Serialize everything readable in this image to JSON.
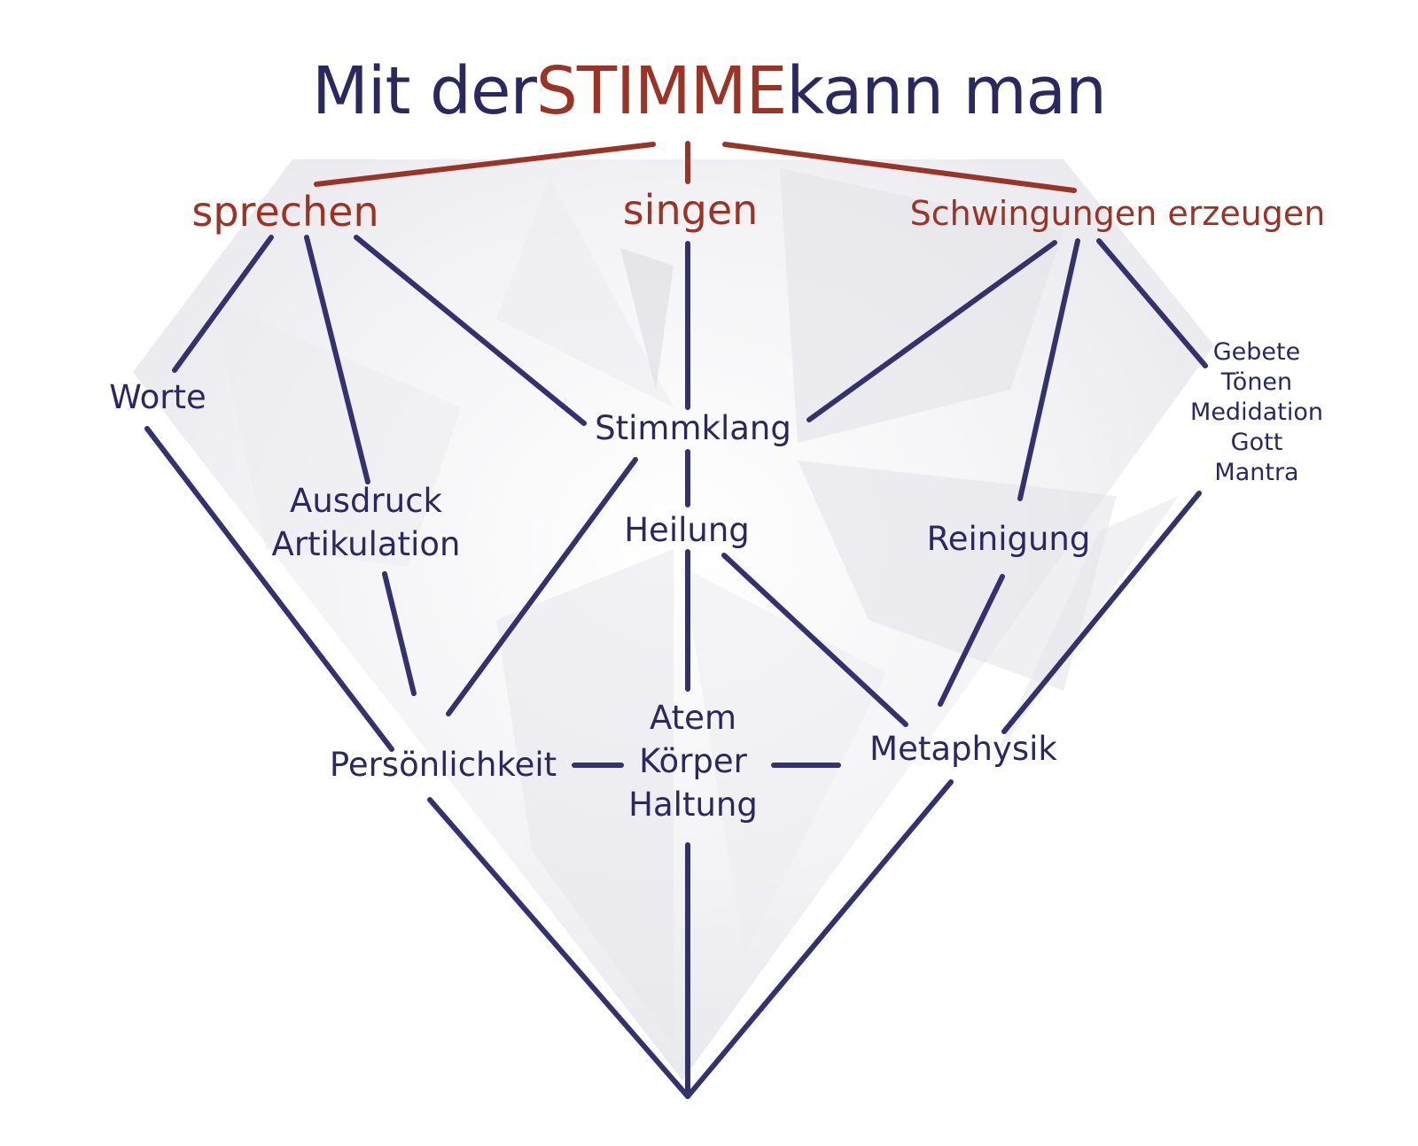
{
  "title": {
    "prefix": "Mit der",
    "highlight": "STIMME",
    "suffix": "kann man"
  },
  "branches": {
    "sprechen": "sprechen",
    "singen": "singen",
    "schwingungen": "Schwingungen erzeugen"
  },
  "nodes": {
    "worte": "Worte",
    "ausdruck": "Ausdruck",
    "artikulation": "Artikulation",
    "stimmklang": "Stimmklang",
    "heilung": "Heilung",
    "reinigung": "Reinigung",
    "persoenlichkeit": "Persönlichkeit",
    "atem": "Atem",
    "koerper": "Körper",
    "haltung": "Haltung",
    "metaphysik": "Metaphysik"
  },
  "spiritual_list": [
    "Gebete",
    "Tönen",
    "Medidation",
    "Gott",
    "Mantra"
  ],
  "colors": {
    "navy": "#2b285f",
    "red": "#9a3426",
    "line": "#34316e"
  }
}
